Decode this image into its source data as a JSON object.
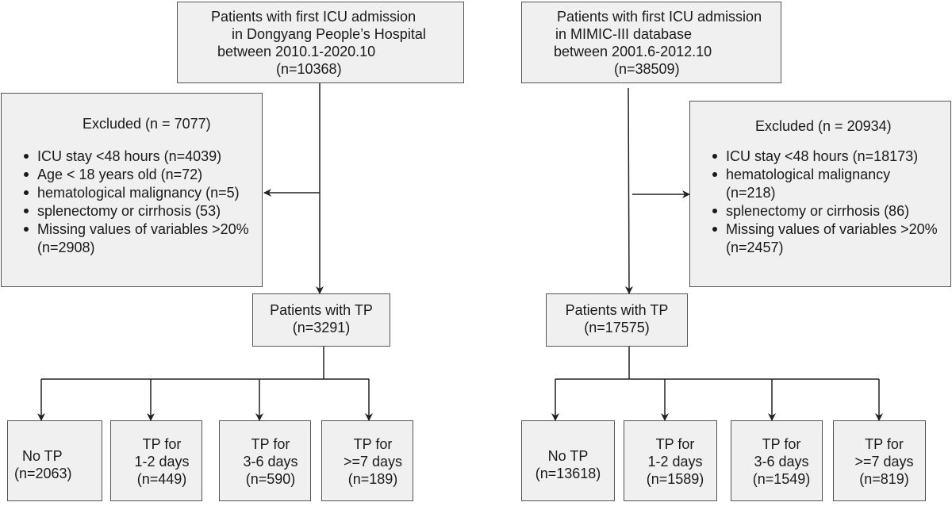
{
  "left": {
    "source": {
      "lines": [
        "Patients with first ICU admission",
        "in Dongyang People’s Hospital",
        "between 2010.1-2020.10",
        "(n=10368)"
      ]
    },
    "excluded": {
      "title": "Excluded (n = 7077)",
      "items": [
        {
          "text": "ICU stay <48 hours (n=4039)",
          "cont": ""
        },
        {
          "text": "Age < 18 years old (n=72)",
          "cont": ""
        },
        {
          "text": "hematological malignancy (n=5)",
          "cont": ""
        },
        {
          "text": "splenectomy or cirrhosis (53)",
          "cont": ""
        },
        {
          "text": "Missing values of variables >20%",
          "cont": "(n=2908)"
        }
      ]
    },
    "tp": {
      "lines": [
        "Patients with TP",
        "(n=3291)"
      ]
    },
    "groups": [
      {
        "lines": [
          "No TP",
          "(n=2063)"
        ]
      },
      {
        "lines": [
          "TP for",
          "1-2 days",
          "(n=449)"
        ]
      },
      {
        "lines": [
          "TP for",
          "3-6 days",
          "(n=590)"
        ]
      },
      {
        "lines": [
          "TP for",
          ">=7 days",
          "(n=189)"
        ]
      }
    ]
  },
  "right": {
    "source": {
      "lines": [
        "Patients with first ICU admission",
        "in MIMIC-III database",
        "between 2001.6-2012.10",
        "(n=38509)"
      ]
    },
    "excluded": {
      "title": "Excluded (n = 20934)",
      "items": [
        {
          "text": "ICU stay <48 hours (n=18173)",
          "cont": ""
        },
        {
          "text": "hematological malignancy",
          "cont": "(n=218)"
        },
        {
          "text": "splenectomy or cirrhosis (86)",
          "cont": ""
        },
        {
          "text": "Missing values of variables >20%",
          "cont": "(n=2457)"
        }
      ]
    },
    "tp": {
      "lines": [
        "Patients with TP",
        "(n=17575)"
      ]
    },
    "groups": [
      {
        "lines": [
          "No TP",
          "(n=13618)"
        ]
      },
      {
        "lines": [
          "TP for",
          "1-2 days",
          "(n=1589)"
        ]
      },
      {
        "lines": [
          "TP for",
          "3-6 days",
          "(n=1549)"
        ]
      },
      {
        "lines": [
          "TP for",
          ">=7 days",
          "(n=819)"
        ]
      }
    ]
  }
}
